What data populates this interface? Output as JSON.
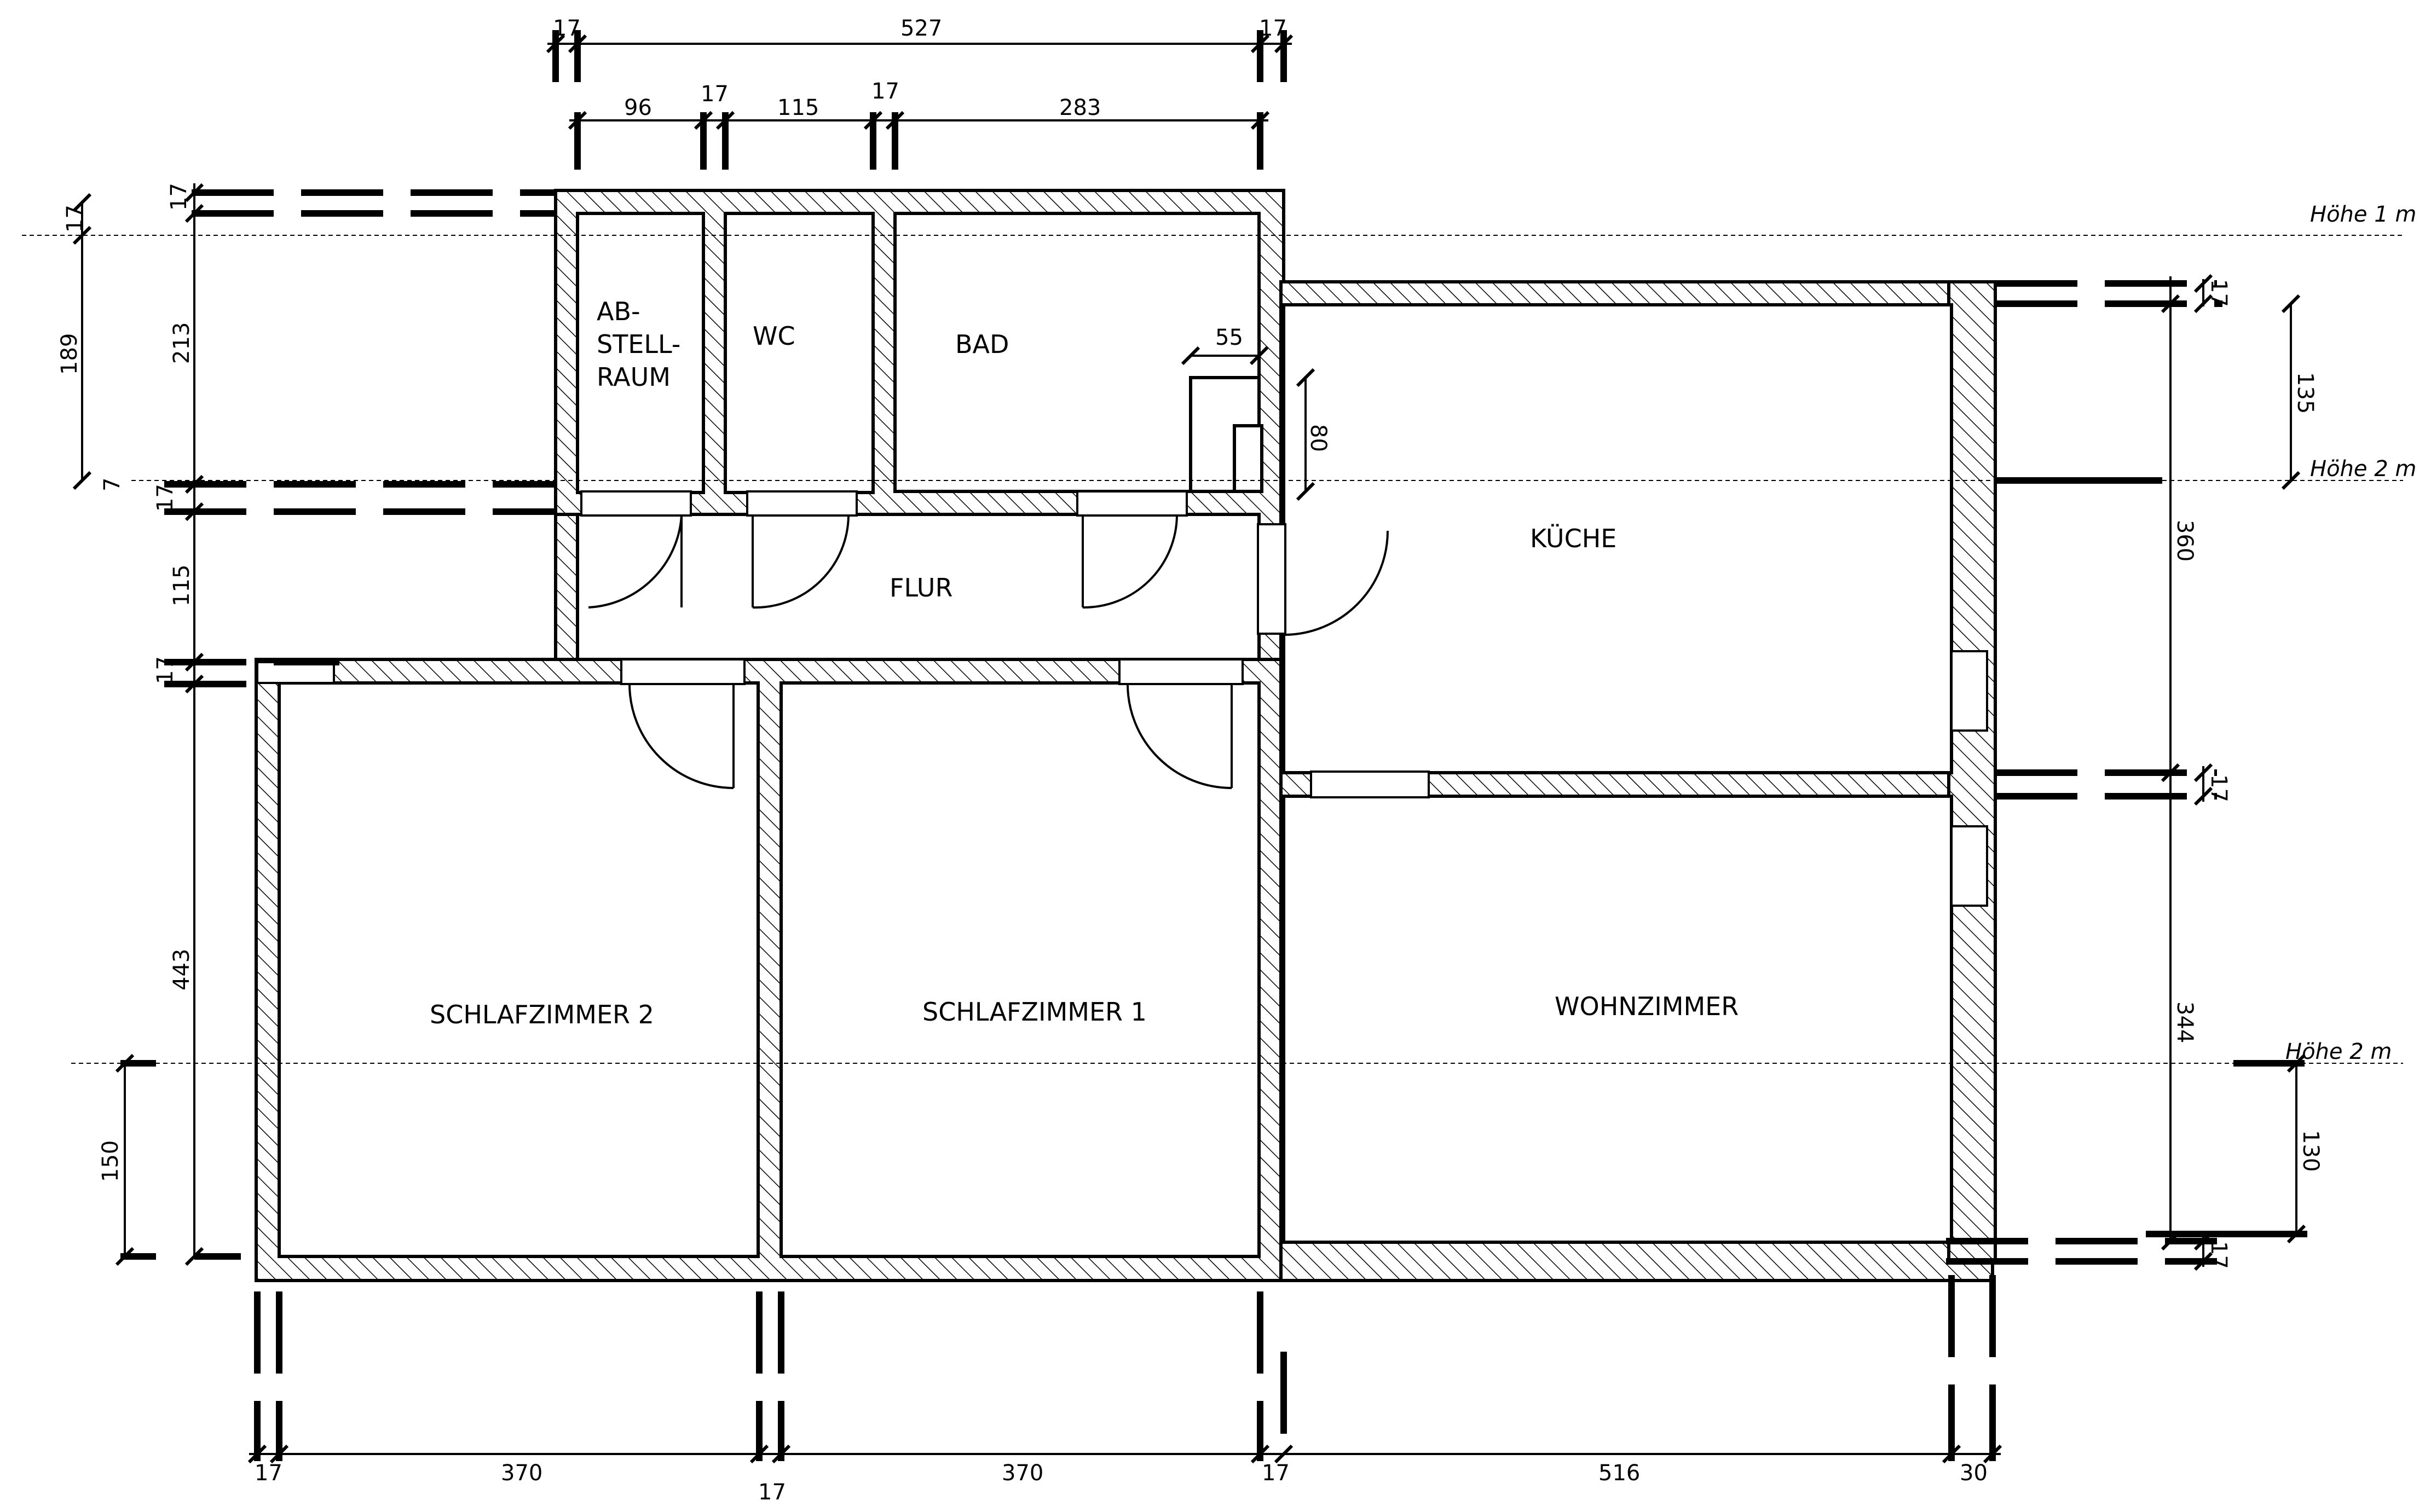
{
  "rooms": {
    "abstellraum": [
      "AB-",
      "STELL-",
      "RAUM"
    ],
    "wc": "WC",
    "bad": "BAD",
    "flur": "FLUR",
    "kueche": "KÜCHE",
    "schlafzimmer2": "SCHLAFZIMMER 2",
    "schlafzimmer1": "SCHLAFZIMMER 1",
    "wohnzimmer": "WOHNZIMMER"
  },
  "height_markers": {
    "h1": "Höhe 1 m",
    "h2_top": "Höhe 2 m",
    "h2_bottom": "Höhe 2 m"
  },
  "dims": {
    "top_17_left": "17",
    "top_527": "527",
    "top_17_right": "17",
    "sub_96": "96",
    "sub_17_a": "17",
    "sub_115": "115",
    "sub_17_b": "17",
    "sub_283": "283",
    "niche_55": "55",
    "niche_80": "80",
    "left_17_top": "17",
    "left_189": "189",
    "left_7": "7",
    "left_17_a": "17",
    "left_213": "213",
    "left_17_b": "17",
    "left_115": "115",
    "left_17_c": "17",
    "left_443": "443",
    "left_150": "150",
    "right_17_top": "17",
    "right_135": "135",
    "right_360": "360",
    "right_17_mid": "17",
    "right_344": "344",
    "right_130": "130",
    "right_17_bottom": "17",
    "bottom_17_a": "17",
    "bottom_370_a": "370",
    "bottom_17_b": "17",
    "bottom_370_b": "370",
    "bottom_17_c": "17",
    "bottom_516": "516",
    "bottom_30": "30"
  }
}
